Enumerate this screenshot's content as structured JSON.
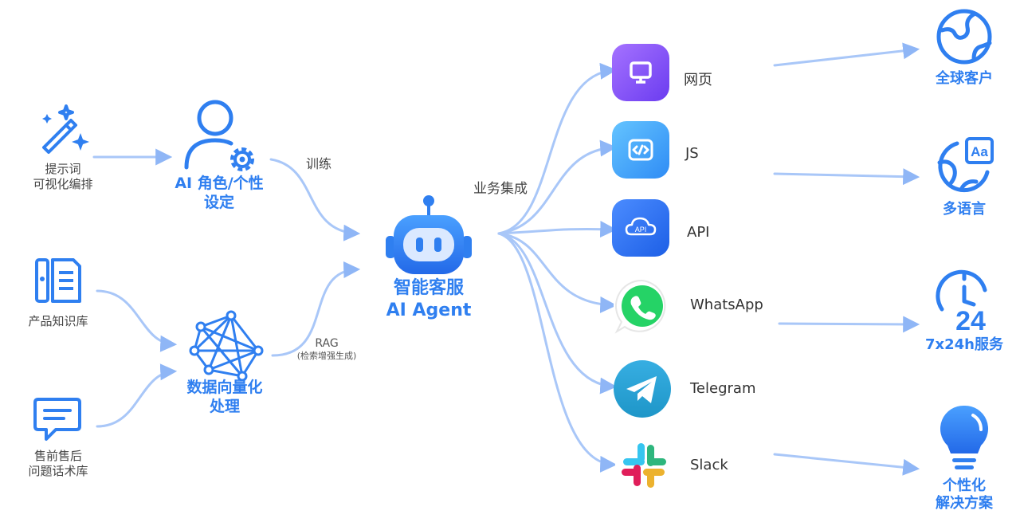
{
  "inputs": [
    {
      "label_lines": [
        "提示词",
        "可视化编排"
      ]
    },
    {
      "label_lines": [
        "产品知识库"
      ]
    },
    {
      "label_lines": [
        "售前售后",
        "问题话术库"
      ]
    }
  ],
  "processes": {
    "role": {
      "label_lines": [
        "AI 角色/个性",
        "设定"
      ]
    },
    "vector": {
      "label_lines": [
        "数据向量化",
        "处理"
      ]
    }
  },
  "edges": {
    "train": "训练",
    "rag": "RAG",
    "rag_sub": "(检索增强生成)",
    "integration": "业务集成"
  },
  "center": {
    "title_line1": "智能客服",
    "title_line2": "AI Agent"
  },
  "channels": [
    {
      "label": "网页",
      "icon": "monitor-icon"
    },
    {
      "label": "JS",
      "icon": "code-icon"
    },
    {
      "label": "API",
      "icon": "cloud-api-icon"
    },
    {
      "label": "WhatsApp",
      "icon": "whatsapp-icon"
    },
    {
      "label": "Telegram",
      "icon": "telegram-icon"
    },
    {
      "label": "Slack",
      "icon": "slack-icon"
    }
  ],
  "benefits": [
    {
      "label_lines": [
        "全球客户"
      ],
      "icon": "globe-icon"
    },
    {
      "label_lines": [
        "多语言"
      ],
      "icon": "language-icon"
    },
    {
      "label_lines": [
        "7x24h服务"
      ],
      "icon": "clock-24-icon"
    },
    {
      "label_lines": [
        "个性化",
        "解决方案"
      ],
      "icon": "lightbulb-icon"
    }
  ],
  "colors": {
    "accent": "#2f7ff0",
    "line": "#a9c7f8"
  }
}
